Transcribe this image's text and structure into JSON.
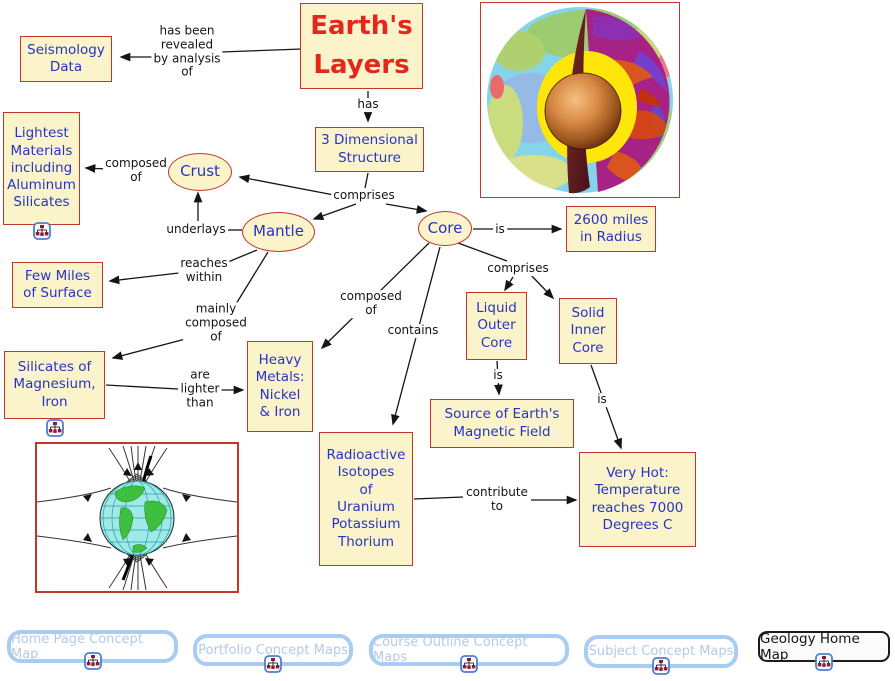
{
  "palette": {
    "node_fill": "#FBF4CB",
    "node_border": "#C2362B",
    "node_text": "#2433C8",
    "title_text": "#E4271B",
    "label_text": "#141414",
    "connector": "#141414",
    "nav_border": "#A9CCF2",
    "nav_text": "#B3CBE5",
    "geology_border": "#1C1C1C"
  },
  "nodes": {
    "title": {
      "text": "Earth's\nLayers"
    },
    "seismology": {
      "text": "Seismology\nData"
    },
    "structure3d": {
      "text": "3 Dimensional\nStructure"
    },
    "lightest": {
      "text": "Lightest\nMaterials\nincluding\nAluminum\nSilicates"
    },
    "crust": {
      "text": "Crust"
    },
    "mantle": {
      "text": "Mantle"
    },
    "core": {
      "text": "Core"
    },
    "radius": {
      "text": "2600 miles\nin Radius"
    },
    "few_miles": {
      "text": "Few Miles\nof Surface"
    },
    "silicates_mg": {
      "text": "Silicates of\nMagnesium,\nIron"
    },
    "heavy_metals": {
      "text": "Heavy\nMetals:\nNickel\n& Iron"
    },
    "liquid_outer": {
      "text": "Liquid\nOuter\nCore"
    },
    "solid_inner": {
      "text": "Solid\nInner\nCore"
    },
    "magnetic_source": {
      "text": "Source of Earth's\nMagnetic Field"
    },
    "radioactive": {
      "text": "Radioactive\nIsotopes\nof\nUranium\nPotassium\nThorium"
    },
    "very_hot": {
      "text": "Very Hot:\nTemperature\nreaches 7000\nDegrees C"
    }
  },
  "links": {
    "revealed": {
      "text": "has been\nrevealed\nby analysis\nof"
    },
    "has": {
      "text": "has"
    },
    "comprises_structure": {
      "text": "comprises"
    },
    "composed_of_crust": {
      "text": "composed\nof"
    },
    "underlays": {
      "text": "underlays"
    },
    "reaches_within": {
      "text": "reaches\nwithin"
    },
    "mainly_composed_of": {
      "text": "mainly\ncomposed\nof"
    },
    "are_lighter_than": {
      "text": "are\nlighter\nthan"
    },
    "composed_of_core": {
      "text": "composed\nof"
    },
    "contains": {
      "text": "contains"
    },
    "is_radius": {
      "text": "is"
    },
    "comprises_core": {
      "text": "comprises"
    },
    "is_source": {
      "text": "is"
    },
    "is_very_hot": {
      "text": "is"
    },
    "contribute_to": {
      "text": "contribute\nto"
    }
  },
  "nav": {
    "home": {
      "label": "Home Page Concept Map"
    },
    "portfolio": {
      "label": "Portfolio Concept Maps"
    },
    "course": {
      "label": "Course Outline Concept Maps"
    },
    "subject": {
      "label": "Subject Concept Maps"
    },
    "geology": {
      "label": "Geology Home Map"
    }
  },
  "icons": {
    "submap": "concept-map-icon",
    "earth_cutaway": "earth-cutaway-cross-section-image",
    "magnetic_field": "earth-magnetic-field-diagram-image"
  }
}
